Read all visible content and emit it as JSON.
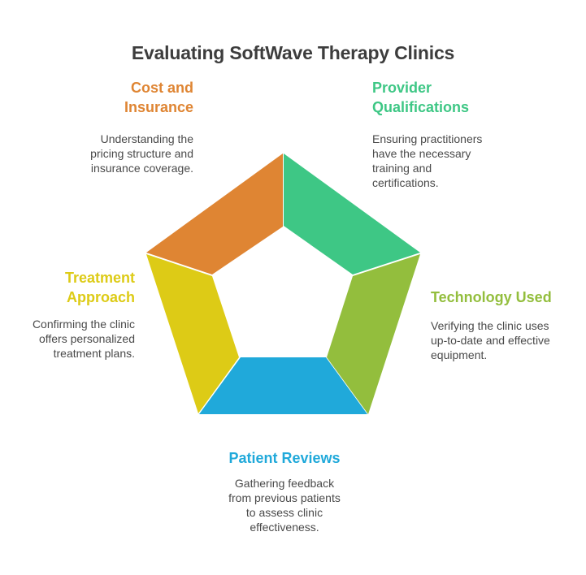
{
  "title": "Evaluating SoftWave Therapy Clinics",
  "colors": {
    "cost": "#DF8533",
    "provider": "#3EC785",
    "technology": "#93BE3D",
    "patient": "#20A9DA",
    "treatment": "#DDCB16",
    "text": "#4a4a4a",
    "title": "#3d3d3d"
  },
  "segments": {
    "cost": {
      "heading_lines": [
        "Cost and",
        "Insurance"
      ],
      "desc_lines": [
        "Understanding the",
        "pricing structure and",
        "insurance coverage."
      ]
    },
    "provider": {
      "heading_lines": [
        "Provider",
        "Qualifications"
      ],
      "desc_lines": [
        "Ensuring practitioners",
        "have the necessary",
        "training and",
        "certifications."
      ]
    },
    "technology": {
      "heading_lines": [
        "Technology Used"
      ],
      "desc_lines": [
        "Verifying the clinic uses",
        "up-to-date and effective",
        "equipment."
      ]
    },
    "patient": {
      "heading_lines": [
        "Patient Reviews"
      ],
      "desc_lines": [
        "Gathering feedback",
        "from previous patients",
        "to assess clinic",
        "effectiveness."
      ]
    },
    "treatment": {
      "heading_lines": [
        "Treatment",
        "Approach"
      ],
      "desc_lines": [
        "Confirming the clinic",
        "offers personalized",
        "treatment plans."
      ]
    }
  }
}
